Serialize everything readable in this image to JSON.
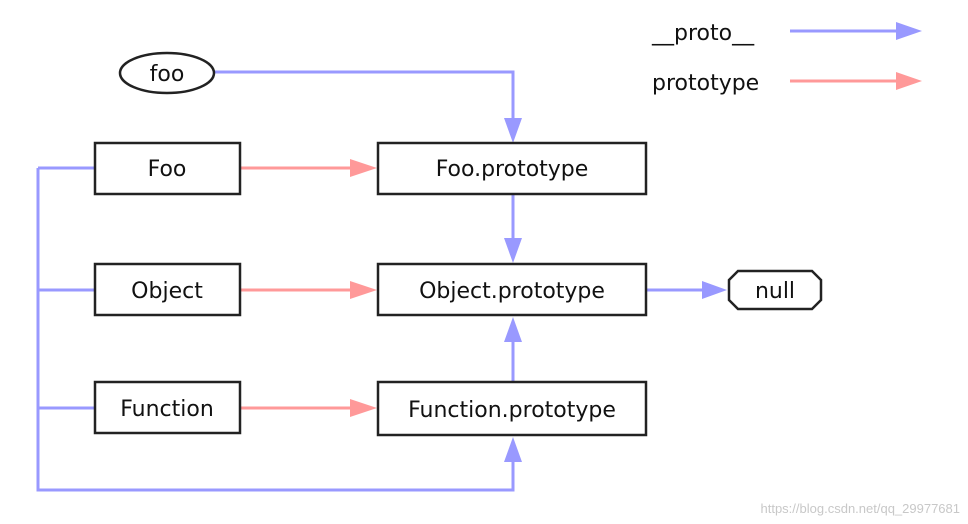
{
  "legend": {
    "proto_label": "__proto__",
    "prototype_label": "prototype"
  },
  "nodes": {
    "foo_instance": "foo",
    "foo_constructor": "Foo",
    "object_constructor": "Object",
    "function_constructor": "Function",
    "foo_prototype": "Foo.prototype",
    "object_prototype": "Object.prototype",
    "function_prototype": "Function.prototype",
    "null_node": "null"
  },
  "colors": {
    "proto": "#9999ff",
    "prototype": "#ff9999",
    "box_border": "#222222",
    "text": "#111111"
  },
  "watermark": "https://blog.csdn.net/qq_29977681"
}
